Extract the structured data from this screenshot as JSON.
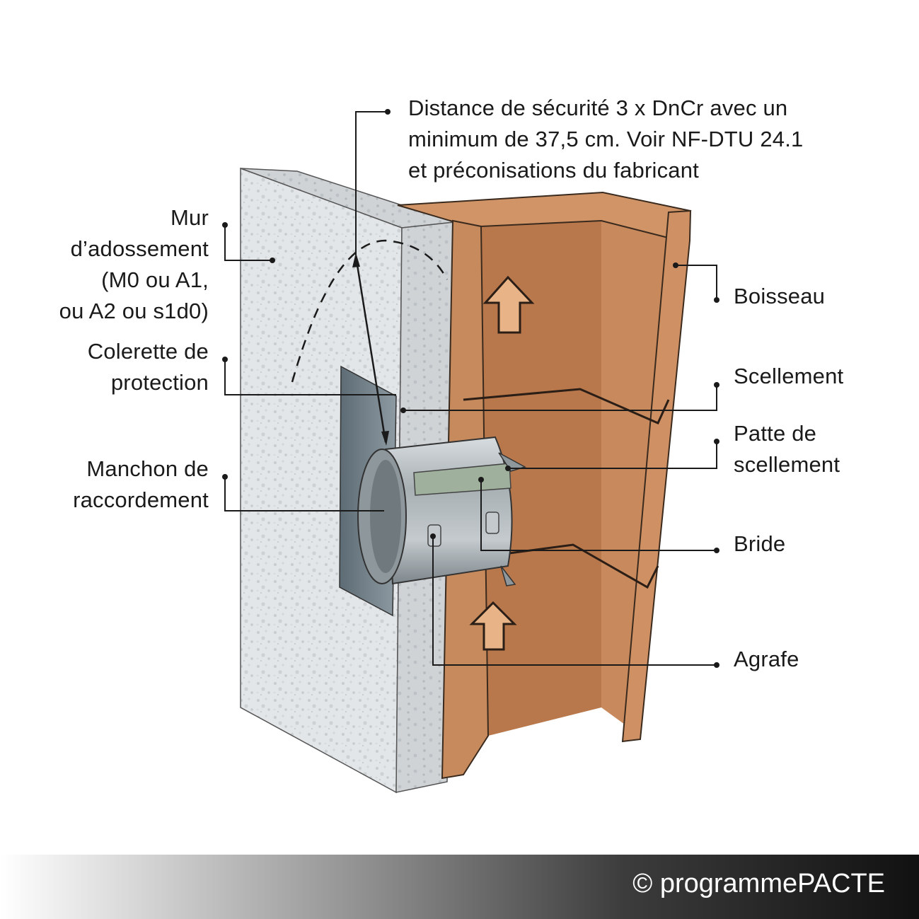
{
  "labels": {
    "safety_distance": [
      "Distance de sécurité 3 x DnCr avec un",
      "minimum de 37,5 cm. Voir NF-DTU 24.1",
      "et préconisations du fabricant"
    ],
    "mur": [
      "Mur",
      "d’adossement",
      "(M0 ou A1,",
      "ou A2 ou s1d0)"
    ],
    "colerette": [
      "Colerette de",
      "protection"
    ],
    "manchon": [
      "Manchon de",
      "raccordement"
    ],
    "boisseau": [
      "Boisseau"
    ],
    "scellement": [
      "Scellement"
    ],
    "patte": [
      "Patte de",
      "scellement"
    ],
    "bride": [
      "Bride"
    ],
    "agrafe": [
      "Agrafe"
    ]
  },
  "footer": {
    "copyright": "© programmePACTE"
  },
  "colors": {
    "terracotta": "#c98a5e",
    "terracotta_dark": "#a9683f",
    "wall": "#dfe3e5",
    "metal": "#a9b1b5",
    "line": "#1a1a1a"
  }
}
